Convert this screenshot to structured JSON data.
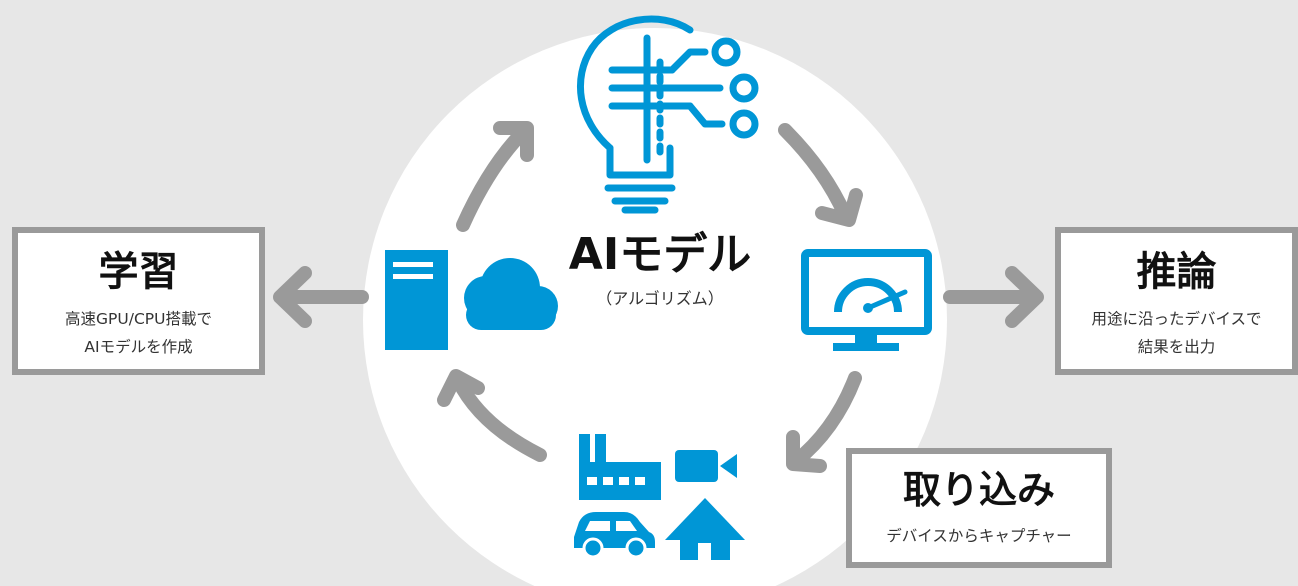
{
  "colors": {
    "background": "#e7e7e7",
    "circle": "#ffffff",
    "icon_blue": "#0096d6",
    "arrow_gray": "#9a9a9a"
  },
  "center": {
    "title": "AIモデル",
    "subtitle": "（アルゴリズム）",
    "icon": "lightbulb-circuit-icon"
  },
  "learn": {
    "title": "学習",
    "line1": "高速GPU/CPU搭載で",
    "line2": "AIモデルを作成",
    "icons": [
      "server-icon",
      "cloud-icon"
    ]
  },
  "infer": {
    "title": "推論",
    "line1": "用途に沿ったデバイスで",
    "line2": "結果を出力",
    "icon": "monitor-gauge-icon"
  },
  "capture": {
    "title": "取り込み",
    "line1": "デバイスからキャプチャー",
    "icons": [
      "factory-icon",
      "video-camera-icon",
      "car-icon",
      "house-icon"
    ]
  }
}
